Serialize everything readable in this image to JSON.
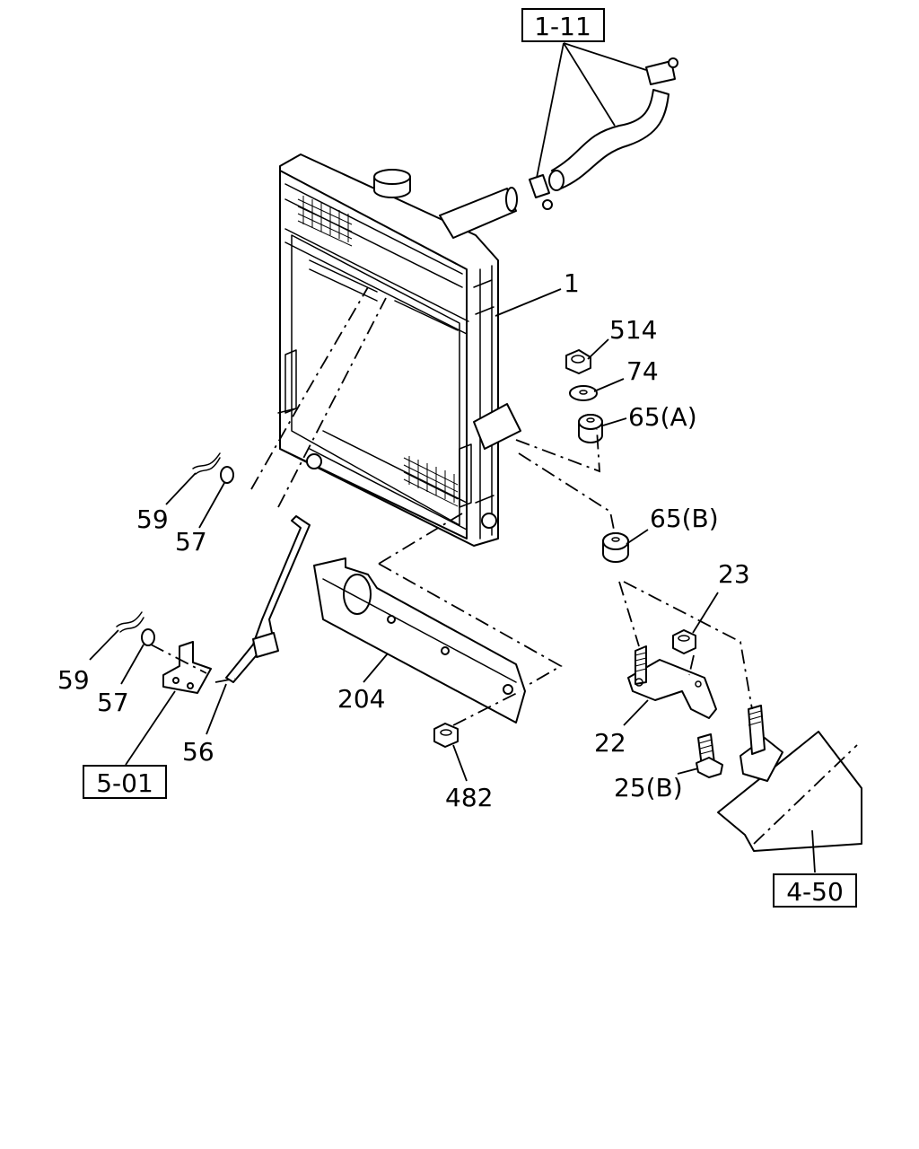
{
  "references": {
    "ref_1_11": "1-11",
    "ref_5_01": "5-01",
    "ref_4_50": "4-50"
  },
  "labels": {
    "p1": "1",
    "p514": "514",
    "p74": "74",
    "p65a": "65(A)",
    "p65b": "65(B)",
    "p23": "23",
    "p59_top": "59",
    "p57_top": "57",
    "p59_bottom": "59",
    "p57_bottom": "57",
    "p56": "56",
    "p204": "204",
    "p22": "22",
    "p25b": "25(B)",
    "p482": "482"
  }
}
